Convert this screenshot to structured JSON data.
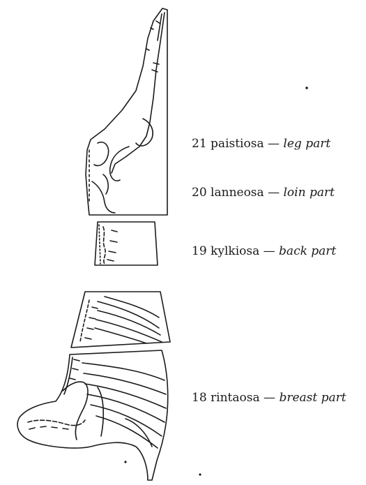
{
  "parts": [
    {
      "number": "21",
      "name": "paistiosa",
      "dash": "—",
      "english": "leg part"
    },
    {
      "number": "20",
      "name": "lanneosa",
      "dash": "—",
      "english": "loin part"
    },
    {
      "number": "19",
      "name": "kylkiosa",
      "dash": "—",
      "english": "back part"
    },
    {
      "number": "18",
      "name": "rintaosa",
      "dash": "—",
      "english": "breast part"
    }
  ],
  "colors": {
    "ink": "#1a1a1a",
    "background": "#ffffff"
  }
}
